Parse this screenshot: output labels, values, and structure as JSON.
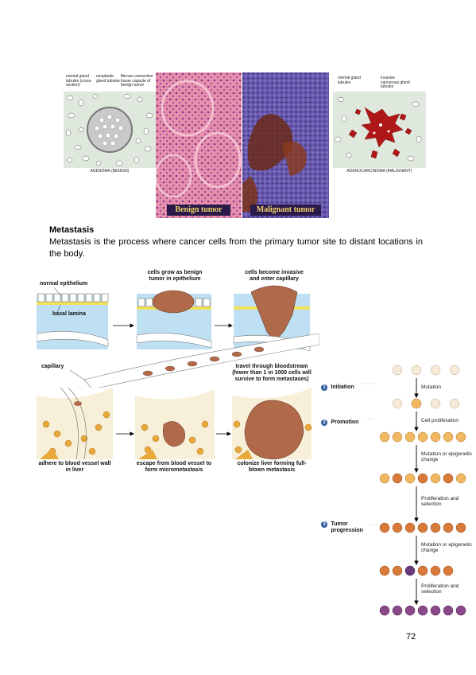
{
  "top_figure": {
    "benign_diagram": {
      "labels": [
        "normal gland tubules (cross-section)",
        "neoplastic gland tubules",
        "fibrous connective tissue capsule of benign tumor"
      ],
      "caption": "ADENOMA (BENIGN)"
    },
    "micrograph_benign_label": "Benign tumor",
    "micrograph_malignant_label": "Malignant tumor",
    "malignant_diagram": {
      "labels": [
        "normal gland tubules",
        "invasive cancerous gland tubules"
      ],
      "caption": "ADENOCARCINOMA (MALIGNANT)"
    }
  },
  "section": {
    "heading": "Metastasis",
    "body": "Metastasis is the process where cancer cells from the primary tumor site to distant locations in the body."
  },
  "metastasis_figure": {
    "label_normal_epithelium": "normal epithelium",
    "label_basal_lamina": "basal lamina",
    "label_capillary": "capillary",
    "step_benign": "cells grow as benign tumor in epithelium",
    "step_invasive": "cells become invasive and enter capillary",
    "step_travel": "travel through bloodstream (fewer than 1 in 1000 cells will survive to form metastases)",
    "step_adhere": "adhere to blood vessel wall in liver",
    "step_escape": "escape from blood vessel to form micrometastasis",
    "step_colonize": "colonize liver forming full-blown metastasis"
  },
  "progression_figure": {
    "stages": [
      {
        "number": "1",
        "label": "Initiation"
      },
      {
        "number": "2",
        "label": "Promotion"
      },
      {
        "number": "3",
        "label": "Tumor progression"
      }
    ],
    "steps": [
      "Mutation",
      "Cell proliferation",
      "Mutation or epigenetic change",
      "Proliferation and selection",
      "Mutation or epigenetic change",
      "Proliferation and selection"
    ]
  },
  "page_number": "72",
  "colors": {
    "epithelium_yellow": "#f2e15a",
    "tissue_blue": "#bfe0f2",
    "tumor_brown": "#b06a4a",
    "liver_orange": "#e8a83a",
    "stage_blue": "#2d5aa0",
    "benign_pink": "#e58aa8",
    "malignant_purple": "#5a4a9a"
  }
}
